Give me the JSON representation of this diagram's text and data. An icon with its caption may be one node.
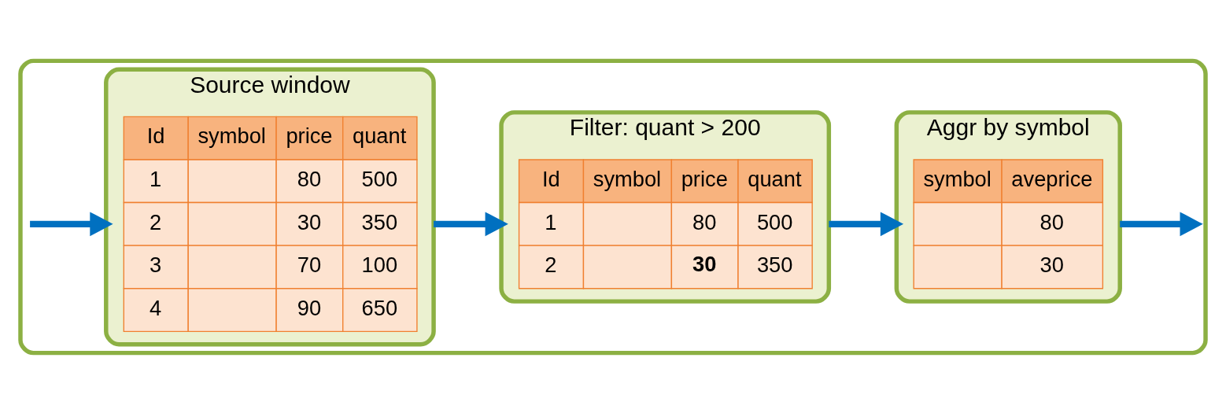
{
  "diagram": {
    "nodes": [
      {
        "text": [],
        "shape": "box"
      },
      {
        "text": [
          "Source window"
        ],
        "in": 0
      },
      {
        "text": [
          "Filter: quant > 200"
        ],
        "in": 0
      },
      {
        "text": [
          "Aggr by symbol"
        ],
        "in": 0
      }
    ],
    "edges": [
      {
        "from": null,
        "to": 1,
        "arrow": "to"
      },
      {
        "from": 1,
        "to": 2,
        "arrow": "to"
      },
      {
        "from": 2,
        "to": 3,
        "arrow": "to"
      },
      {
        "from": 3,
        "to": null,
        "arrow": "to"
      }
    ],
    "labels": [
      "Id",
      "symbol",
      "price",
      "quant",
      "1",
      "80",
      "500",
      "2",
      "30",
      "350",
      "3",
      "70",
      "100",
      "4",
      "90",
      "650",
      "Id",
      "symbol",
      "price",
      "quant",
      "1",
      "80",
      "500",
      "2",
      "30",
      "350",
      "symbol",
      "aveprice",
      "80",
      "30"
    ]
  }
}
